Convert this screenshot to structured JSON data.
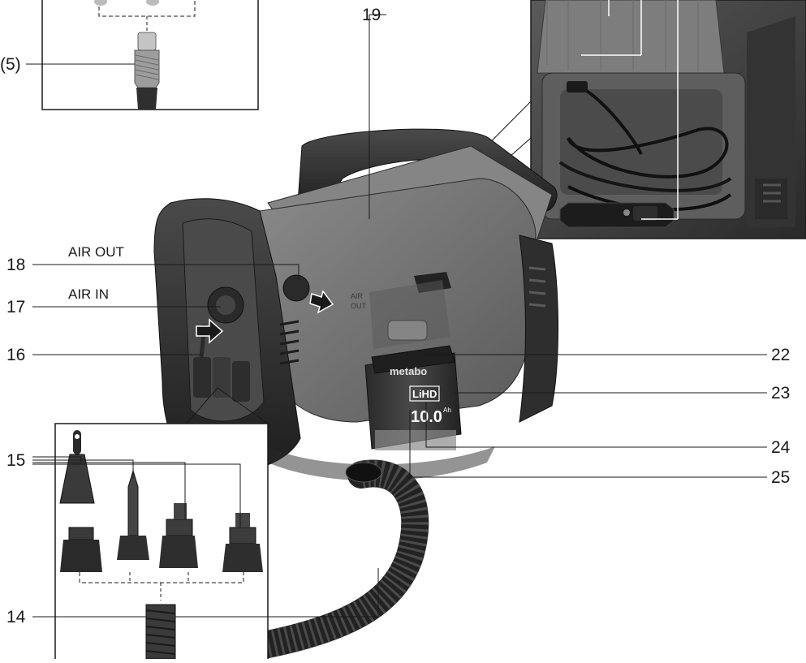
{
  "callouts": {
    "c5": "(5)",
    "c19": "19",
    "c18": "18",
    "c17": "17",
    "c16": "16",
    "c15": "15",
    "c14": "14",
    "c22": "22",
    "c23": "23",
    "c24": "24",
    "c25": "25"
  },
  "captions": {
    "air_out": "AIR OUT",
    "air_in": "AIR IN"
  },
  "battery": {
    "brand": "metabo",
    "tech": "LiHD",
    "capacity": "10.0",
    "unit": "Ah"
  },
  "housing": {
    "air_text": "AIR",
    "out_text": "OUT"
  },
  "colors": {
    "body": "#6f6f6f",
    "body_dark": "#3c3c3c",
    "rubber": "#2b2b2b",
    "lines": "#1a1a1a"
  }
}
